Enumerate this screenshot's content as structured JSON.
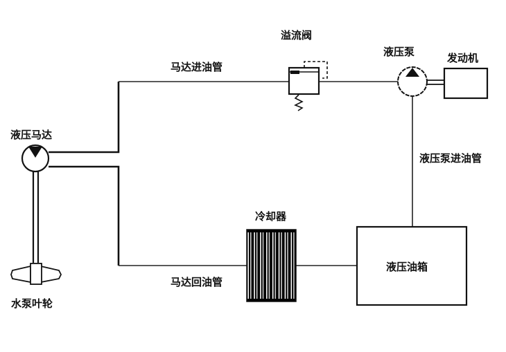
{
  "diagram": {
    "title": "",
    "components": {
      "hydraulic_motor": {
        "label": "液压马达"
      },
      "water_pump_impeller": {
        "label": "水泵叶轮"
      },
      "relief_valve": {
        "label": "溢流阀"
      },
      "hydraulic_pump": {
        "label": "液压泵"
      },
      "engine": {
        "label": "发动机"
      },
      "cooler": {
        "label": "冷却器"
      },
      "hydraulic_tank": {
        "label": "液压油箱"
      }
    },
    "pipes": {
      "motor_inlet": {
        "label": "马达进油管"
      },
      "motor_return": {
        "label": "马达回油管"
      },
      "pump_inlet": {
        "label": "液压泵进油管"
      }
    },
    "connections": [
      {
        "from": "hydraulic_pump",
        "to": "relief_valve",
        "via": "motor_inlet"
      },
      {
        "from": "relief_valve",
        "to": "hydraulic_motor",
        "via": "motor_inlet"
      },
      {
        "from": "hydraulic_motor",
        "to": "cooler",
        "via": "motor_return"
      },
      {
        "from": "cooler",
        "to": "hydraulic_tank",
        "via": "motor_return"
      },
      {
        "from": "hydraulic_tank",
        "to": "hydraulic_pump",
        "via": "pump_inlet"
      },
      {
        "from": "engine",
        "to": "hydraulic_pump",
        "via": "shaft"
      },
      {
        "from": "hydraulic_motor",
        "to": "water_pump_impeller",
        "via": "shaft"
      }
    ],
    "colors": {
      "line": "#111111",
      "background": "#ffffff"
    }
  }
}
